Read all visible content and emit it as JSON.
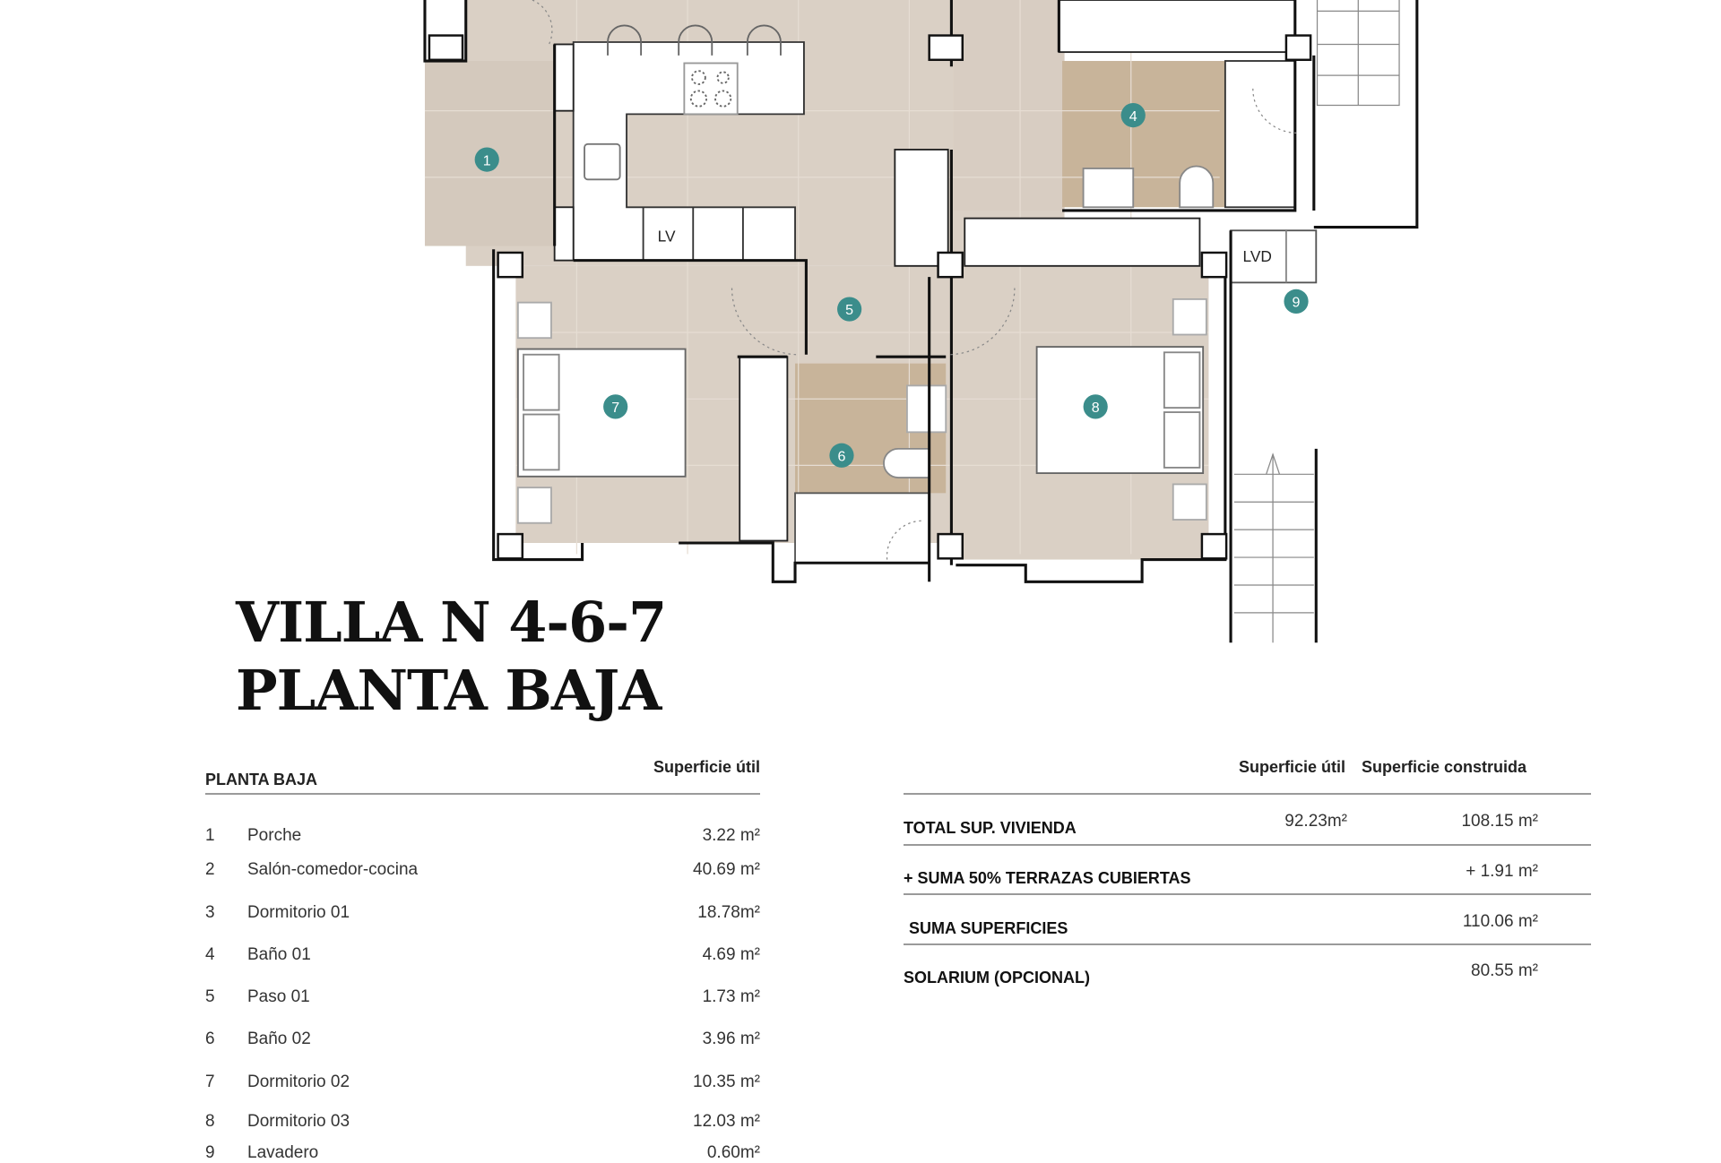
{
  "title": {
    "line1": "VILLA N 4-6-7",
    "line2": "PLANTA BAJA"
  },
  "plan": {
    "markers": [
      "1",
      "4",
      "5",
      "6",
      "7",
      "8",
      "9"
    ],
    "labels": {
      "lv": "LV",
      "lvd": "LVD"
    },
    "colors": {
      "floor": "#dad0c5",
      "bath": "#c8b49a",
      "badge": "#3b8d8b"
    }
  },
  "rooms_table": {
    "heading": "PLANTA BAJA",
    "column": "Superficie útil",
    "rows": [
      {
        "num": "1",
        "name": "Porche",
        "area": "3.22 m²"
      },
      {
        "num": "2",
        "name": "Salón-comedor-cocina",
        "area": "40.69 m²"
      },
      {
        "num": "3",
        "name": "Dormitorio 01",
        "area": "18.78m²"
      },
      {
        "num": "4",
        "name": "Baño 01",
        "area": "4.69 m²"
      },
      {
        "num": "5",
        "name": "Paso 01",
        "area": "1.73 m²"
      },
      {
        "num": "6",
        "name": "Baño 02",
        "area": "3.96 m²"
      },
      {
        "num": "7",
        "name": "Dormitorio 02",
        "area": "10.35 m²"
      },
      {
        "num": "8",
        "name": "Dormitorio 03",
        "area": "12.03 m²"
      },
      {
        "num": "9",
        "name": "Lavadero",
        "area": "0.60m²"
      }
    ]
  },
  "summary_table": {
    "col_util": "Superficie útil",
    "col_construida": "Superficie construida",
    "rows": [
      {
        "label": "TOTAL SUP. VIVIENDA",
        "util": "92.23m²",
        "construida": "108.15 m²"
      },
      {
        "label": "+ SUMA 50% TERRAZAS CUBIERTAS",
        "util": "",
        "construida": "+ 1.91 m²"
      },
      {
        "label": "SUMA SUPERFICIES",
        "util": "",
        "construida": "110.06 m²"
      },
      {
        "label": "SOLARIUM (OPCIONAL)",
        "util": "",
        "construida": "80.55 m²"
      }
    ]
  }
}
